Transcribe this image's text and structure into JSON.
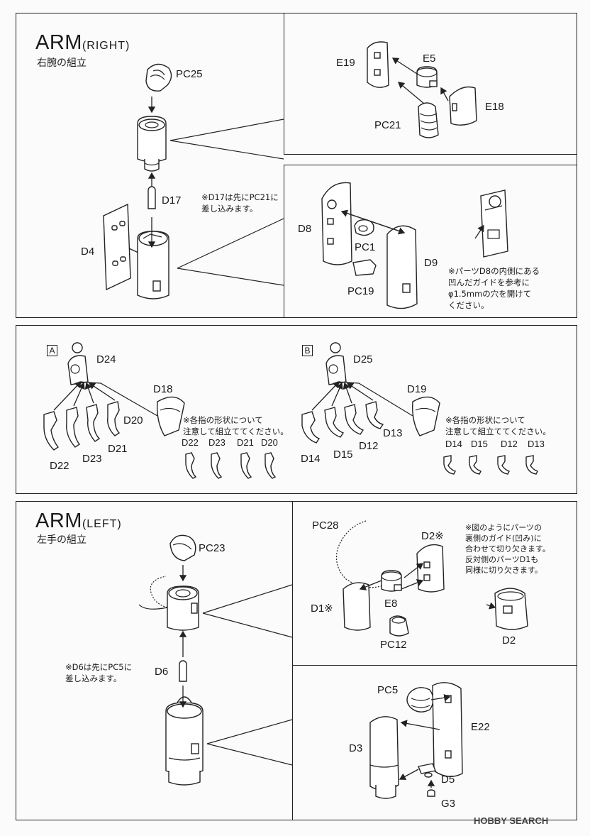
{
  "arm_right": {
    "title": "ARM",
    "title_sub": "(RIGHT)",
    "subtitle": "右腕の組立",
    "labels": {
      "pc25": "PC25",
      "d17": "D17",
      "d4": "D4",
      "e19": "E19",
      "e5": "E5",
      "e18": "E18",
      "pc21": "PC21",
      "d8": "D8",
      "d9": "D9",
      "pc1": "PC1",
      "pc19": "PC19"
    },
    "note_d17": "※D17は先にPC21に\n差し込みます。",
    "note_d8": "※パーツD8の内側にある\n凹んだガイドを参考に\nφ1.5mmの穴を開けて\nください。"
  },
  "hands": {
    "a": {
      "box": "A",
      "labels": {
        "d24": "D24",
        "d18": "D18",
        "d20": "D20",
        "d21": "D21",
        "d23": "D23",
        "d22": "D22"
      },
      "note": "※各指の形状について\n注意して組立ててください。",
      "finger_labels": [
        "D22",
        "D23",
        "D21",
        "D20"
      ]
    },
    "b": {
      "box": "B",
      "labels": {
        "d25": "D25",
        "d19": "D19",
        "d13": "D13",
        "d12": "D12",
        "d15": "D15",
        "d14": "D14"
      },
      "note": "※各指の形状について\n注意して組立ててください。",
      "finger_labels": [
        "D14",
        "D15",
        "D12",
        "D13"
      ]
    }
  },
  "arm_left": {
    "title": "ARM",
    "title_sub": "(LEFT)",
    "subtitle": "左手の組立",
    "labels": {
      "pc23": "PC23",
      "d6": "D6",
      "pc28": "PC28",
      "d2note": "D2※",
      "d1": "D1※",
      "e8": "E8",
      "pc12": "PC12",
      "d2": "D2",
      "pc5": "PC5",
      "e22": "E22",
      "d3": "D3",
      "d5": "D5",
      "g3": "G3"
    },
    "note_d6": "※D6は先にPC5に\n差し込みます。",
    "note_d2": "※図のようにパーツの\n裏側のガイド(凹み)に\n合わせて切り欠きます。\n反対側のパーツD1も\n同様に切り欠きます。"
  },
  "footer": {
    "logo": "HOBBY SEARCH"
  }
}
